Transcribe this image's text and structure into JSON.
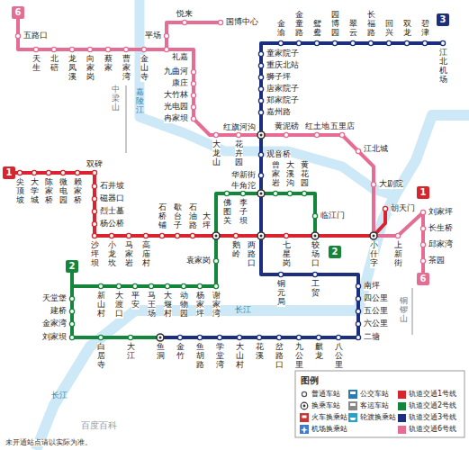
{
  "diagram": {
    "labels": [
      "6",
      "五路口",
      "天生",
      "北碚",
      "龙凤溪",
      "向家岗",
      "蔡家",
      "曹家湾",
      "金山寺",
      "礼嘉",
      "平场",
      "悦来",
      "国博中心",
      "九曲河",
      "康庄",
      "大竹林",
      "光电园",
      "冉家坝",
      "大龙山",
      "花卉园",
      "红旗河沟",
      "黄泥磅",
      "红土地",
      "五里店",
      "江北城",
      "大剧院",
      "小什字",
      "上新街",
      "刘家坪",
      "长生桥",
      "邱家湾",
      "茶园",
      "6",
      "3",
      "江北机场",
      "碧津",
      "双龙",
      "回兴",
      "长福路",
      "翠云",
      "园博园",
      "鸳鸯",
      "金童路",
      "金渝",
      "童家院子",
      "重庆北站",
      "狮子坪",
      "唐家院子",
      "郑家院子",
      "嘉州路",
      "观音桥",
      "华新街",
      "牛角沱",
      "两路口",
      "铜元局",
      "工贸",
      "南坪",
      "四公里",
      "五公里",
      "六公里",
      "二塘",
      "八公里",
      "麒龙",
      "九公里",
      "岔路口",
      "花溪",
      "大山村",
      "学堂湾",
      "鱼胡路",
      "金竹",
      "鱼洞",
      "2",
      "临江门",
      "黄花园",
      "大溪沟",
      "曾家岩",
      "李子坝",
      "佛图关",
      "袁家岗",
      "谢家湾",
      "杨家坪",
      "动物园",
      "大堰村",
      "马王场",
      "平安",
      "大渡口",
      "新山村",
      "2",
      "天堂堡",
      "建桥",
      "金家湾",
      "刘家坝",
      "白居寺",
      "大江",
      "1",
      "尖顶坡",
      "大学城",
      "陈家桥",
      "微电园",
      "赖家桥",
      "双碑",
      "石井坡",
      "磁器口",
      "烈士墓",
      "杨公桥",
      "沙坪坝",
      "小龙坎",
      "马家岩",
      "高庙村",
      "石桥铺",
      "歇台子",
      "石油路",
      "大坪",
      "鹅岭",
      "七星岗",
      "较场口",
      "朝天门",
      "1",
      "嘉陵江",
      "长江",
      "长江",
      "中梁山",
      "铜锣山",
      "百度百科",
      "未开通站点请以实际为准。",
      "图例"
    ],
    "legend": [
      {
        "text": "普通车站"
      },
      {
        "text": "换乘车站"
      },
      {
        "text": "火车换乘站"
      },
      {
        "text": "机场换乘站"
      },
      {
        "text": "公交车站"
      },
      {
        "text": "客运车站"
      },
      {
        "text": "轮渡换乘站"
      },
      {
        "text": "轨道交通1号线",
        "color": "#d9232e"
      },
      {
        "text": "轨道交通2号线",
        "color": "#14863b"
      },
      {
        "text": "轨道交通3号线",
        "color": "#1b2f7e"
      },
      {
        "text": "轨道交通6号线",
        "color": "#e56c93"
      }
    ]
  }
}
